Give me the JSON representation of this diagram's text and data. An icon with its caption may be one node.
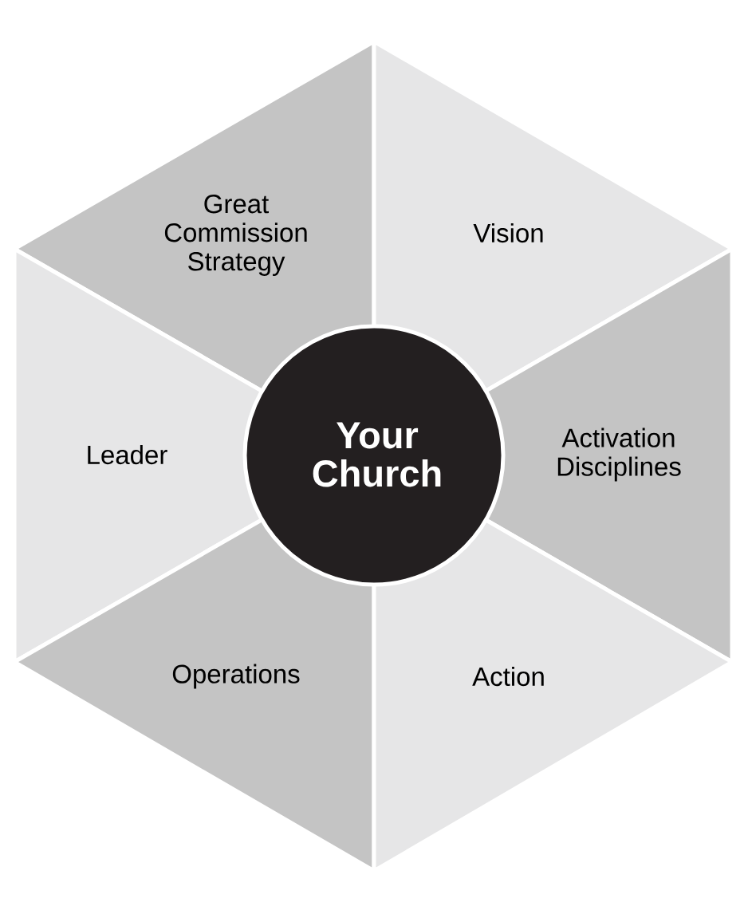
{
  "diagram": {
    "nodes": [
      {
        "text": [
          "Great Commission Strategy"
        ]
      },
      {
        "text": [
          "Vision"
        ]
      },
      {
        "text": [
          "Leader"
        ]
      },
      {
        "text": [
          "Your Church"
        ]
      },
      {
        "text": [
          "Activation Disciplines"
        ]
      },
      {
        "text": [
          "Operations"
        ]
      },
      {
        "text": [
          "Action"
        ]
      }
    ]
  }
}
